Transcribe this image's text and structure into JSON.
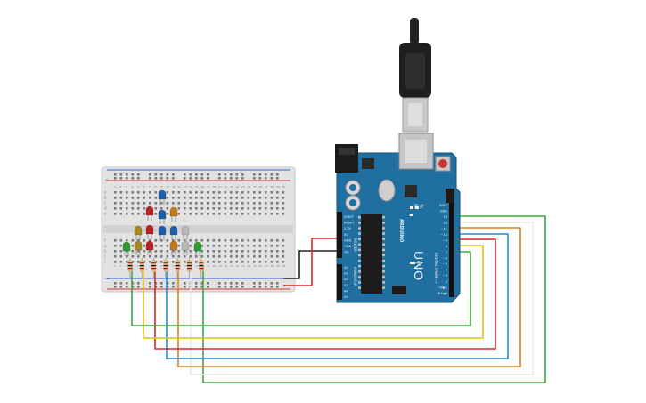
{
  "board": {
    "brand_text": "ARDUINO",
    "model_text": "UNO",
    "tx_label": "TX",
    "rx_label": "RX",
    "l_label": "L",
    "on_label": "ON",
    "power_header_label": "POWER",
    "analog_header_label": "ANALOG IN",
    "digital_header_label": "DIGITAL (PWM ~)",
    "power_pins": [
      "IOREF",
      "RESET",
      "3.3V",
      "5V",
      "GND",
      "GND",
      "Vin"
    ],
    "analog_pins": [
      "A0",
      "A1",
      "A2",
      "A3",
      "A4",
      "A5"
    ],
    "digital_pins": [
      "AREF",
      "GND",
      "13",
      "12",
      "~11",
      "~10",
      "~9",
      "8",
      "7",
      "~6",
      "~5",
      "4",
      "~3",
      "2",
      "TX▶1",
      "RX◀0"
    ]
  },
  "breadboard": {
    "column_numbers": [
      "1",
      "2",
      "3",
      "4",
      "5",
      "6",
      "7",
      "8",
      "9",
      "10",
      "11",
      "12",
      "13",
      "14",
      "15",
      "16",
      "17",
      "18",
      "19",
      "20",
      "21",
      "22",
      "23",
      "24",
      "25",
      "26",
      "27",
      "28",
      "29",
      "30"
    ],
    "row_letters_top": [
      "a",
      "b",
      "c",
      "d",
      "e"
    ],
    "row_letters_bottom": [
      "f",
      "g",
      "h",
      "i",
      "j"
    ],
    "plus_label": "+",
    "minus_label": "−"
  },
  "leds": [
    {
      "color": "#2e9d2e"
    },
    {
      "color": "#a88a1c"
    },
    {
      "color": "#b52323"
    },
    {
      "color": "#1f5fa8"
    },
    {
      "color": "#c27a16"
    },
    {
      "color": "#b8b8b8"
    },
    {
      "color": "#2e9d2e"
    }
  ],
  "wire_colors": {
    "green": "#3aa83a",
    "yellow": "#e3c414",
    "red": "#d42a2a",
    "blue": "#1e8ed6",
    "orange": "#e08414",
    "white": "#e9e9e9",
    "black": "#222222"
  },
  "colors": {
    "board_blue": "#1f6fa0",
    "board_dark": "#1a5b86",
    "breadboard_bg": "#e2e2e2",
    "rail_red": "#d33b3b",
    "rail_blue": "#3b5fd3"
  }
}
